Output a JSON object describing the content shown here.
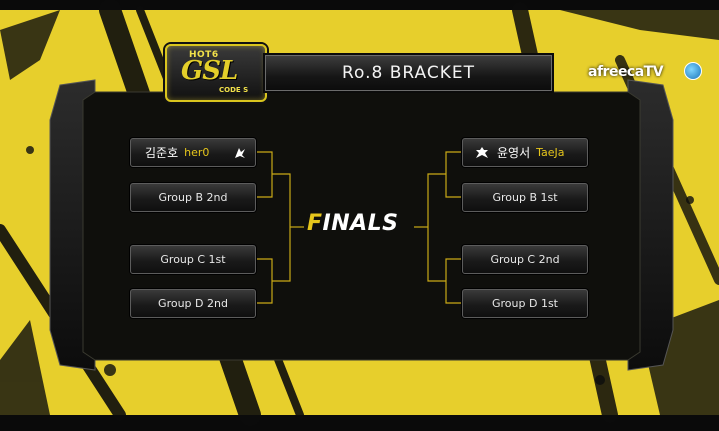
{
  "logo": {
    "line1": "HOT6",
    "line2": "GSL",
    "line3": "CODE S"
  },
  "header": {
    "title": "Ro.8 BRACKET"
  },
  "broadcaster": {
    "name": "afreecaTV"
  },
  "bracket": {
    "left": [
      {
        "player_name": "김준호",
        "player_id": "her0",
        "race_icon": "protoss-icon"
      },
      {
        "label": "Group B 2nd"
      },
      {
        "label": "Group C 1st"
      },
      {
        "label": "Group D 2nd"
      }
    ],
    "right": [
      {
        "player_name": "윤영서",
        "player_id": "TaeJa",
        "race_icon": "terran-icon"
      },
      {
        "label": "Group B 1st"
      },
      {
        "label": "Group C 2nd"
      },
      {
        "label": "Group D 1st"
      }
    ],
    "finals_first_letter": "F",
    "finals_rest": "INALS"
  },
  "colors": {
    "accent": "#e6c61b",
    "background": "#e7cf2c",
    "panel": "#141414"
  }
}
